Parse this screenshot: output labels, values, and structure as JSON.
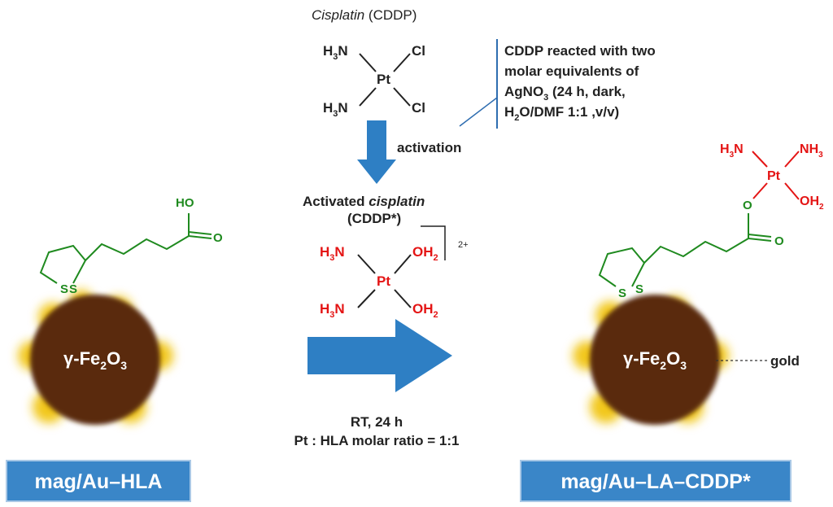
{
  "top": {
    "title_italic": "Cisplatin",
    "title_rest": " (CDDP)",
    "nh3": "H",
    "n_letter": "N",
    "n_sub": "3",
    "cl": "Cl",
    "pt": "Pt"
  },
  "condition_note": {
    "line1": "CDDP reacted with two",
    "line2": "molar equivalents of",
    "line3_a": "AgNO",
    "line3_sub": "3",
    "line3_b": " (24 h, dark,",
    "line4_a": "H",
    "line4_sub": "2",
    "line4_b": "O/DMF 1:1 ,v/v)"
  },
  "activation_label": "activation",
  "activated": {
    "title_plain": "Activated ",
    "title_italic": "cisplatin",
    "subtitle": "(CDDP*)",
    "charge": "2+",
    "oh": "OH",
    "oh_sub": "2"
  },
  "reaction": {
    "line1": "RT, 24 h",
    "line2": "Pt : HLA molar ratio = 1:1"
  },
  "left_particle": {
    "core_a": "γ-Fe",
    "core_sub1": "2",
    "core_b": "O",
    "core_sub2": "3",
    "ho": "HO",
    "o": "O",
    "s": "S",
    "label": "mag/Au–HLA"
  },
  "right_particle": {
    "core_a": "γ-Fe",
    "core_sub1": "2",
    "core_b": "O",
    "core_sub2": "3",
    "gold": "gold",
    "oh": "OH",
    "oh_sub": "2",
    "o": "O",
    "label": "mag/Au–LA–CDDP*"
  },
  "colors": {
    "green": "#1f8a1f",
    "red": "#e41414",
    "arrow_blue": "#2e7fc4",
    "label_box": "#3a86c8",
    "core_brown": "#5a2a08",
    "gold": "#f2c81e"
  }
}
